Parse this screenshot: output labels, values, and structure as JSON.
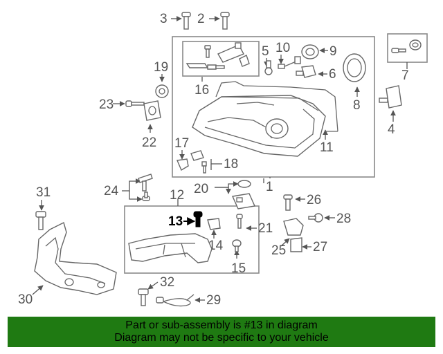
{
  "diagram": {
    "callouts": [
      "1",
      "2",
      "3",
      "4",
      "5",
      "6",
      "7",
      "8",
      "9",
      "10",
      "11",
      "12",
      "13",
      "14",
      "15",
      "16",
      "17",
      "18",
      "19",
      "20",
      "21",
      "22",
      "23",
      "24",
      "25",
      "26",
      "27",
      "28",
      "29",
      "30",
      "31",
      "32"
    ],
    "highlighted_callout": "13",
    "colors": {
      "banner": "#1f7a12",
      "highlight": "#000000",
      "line_art": "#666666"
    }
  },
  "banner": {
    "line1": "Part or sub-assembly is #13 in diagram",
    "line2": "Diagram may not be specific to your vehicle"
  }
}
